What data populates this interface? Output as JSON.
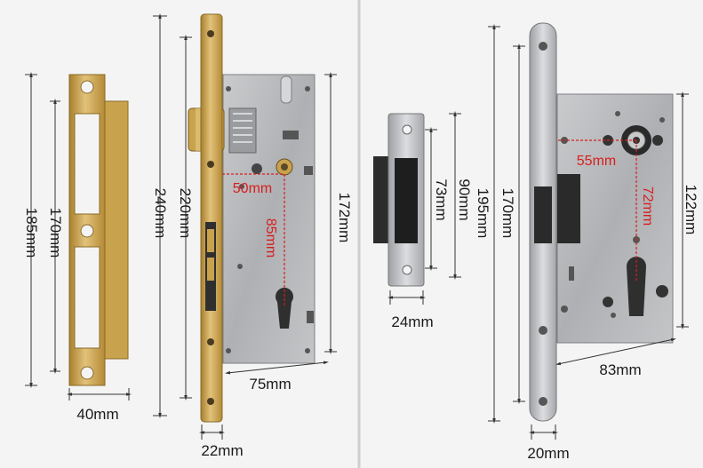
{
  "left_panel": {
    "strike_plate": {
      "height_outer": "185mm",
      "height_inner": "170mm",
      "width": "40mm"
    },
    "lock_body": {
      "faceplate_length": "240mm",
      "faceplate_hole_spacing": "220mm",
      "body_height": "172mm",
      "body_depth": "75mm",
      "faceplate_width": "22mm",
      "backset": "50mm",
      "center_distance": "85mm"
    }
  },
  "right_panel": {
    "strike_plate": {
      "height_outer": "90mm",
      "height_inner": "73mm",
      "width": "24mm"
    },
    "lock_body": {
      "faceplate_length": "195mm",
      "faceplate_hole_spacing": "170mm",
      "body_height": "122mm",
      "body_depth": "83mm",
      "faceplate_width": "20mm",
      "backset": "55mm",
      "center_distance": "72mm"
    }
  },
  "colors": {
    "background": "#f4f4f4",
    "brass": "#c9a24d",
    "steel": "#b9bbbd",
    "dim_line": "#333333",
    "dim_red": "#d81e1e"
  }
}
